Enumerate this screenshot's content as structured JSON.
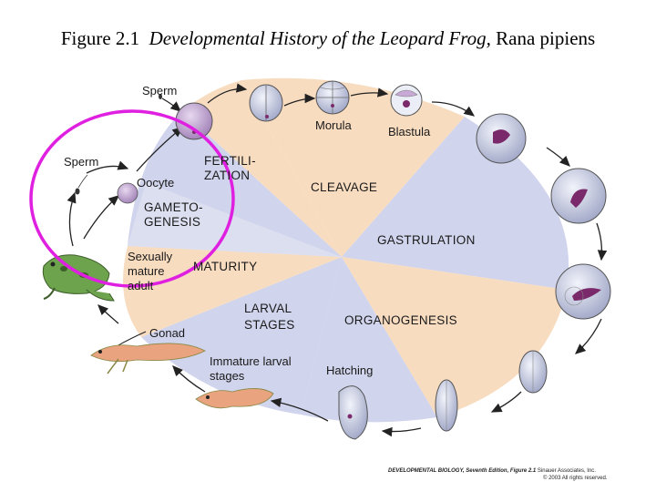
{
  "title": {
    "prefix": "Figure 2.1",
    "italic": "Developmental History of the Leopard Frog,",
    "species": "Rana pipiens"
  },
  "stages": {
    "fertilization_1": "FERTILI-",
    "fertilization_2": "ZATION",
    "cleavage": "CLEAVAGE",
    "gastrulation": "GASTRULATION",
    "organogenesis": "ORGANOGENESIS",
    "larval_1": "LARVAL",
    "larval_2": "STAGES",
    "maturity": "MATURITY",
    "gametogenesis_1": "GAMETO-",
    "gametogenesis_2": "GENESIS"
  },
  "labels": {
    "sperm_top": "Sperm",
    "sperm_left": "Sperm",
    "oocyte": "Oocyte",
    "morula": "Morula",
    "blastula": "Blastula",
    "sexually_1": "Sexually",
    "sexually_2": "mature",
    "sexually_3": "adult",
    "gonad": "Gonad",
    "immature_1": "Immature larval",
    "immature_2": "stages",
    "hatching": "Hatching"
  },
  "credit": {
    "line1_book": "DEVELOPMENTAL BIOLOGY, Seventh Edition, Figure 2.1",
    "line1_pub": "Sinauer Associates, Inc.",
    "line2": "© 2003 All rights reserved."
  },
  "colors": {
    "peach": "#f8dcc0",
    "lavender": "#d0d4ec",
    "highlight_circle": "#e020e0",
    "embryo_dark": "#7a2a6a",
    "egg_purple": "#b79ac8"
  }
}
